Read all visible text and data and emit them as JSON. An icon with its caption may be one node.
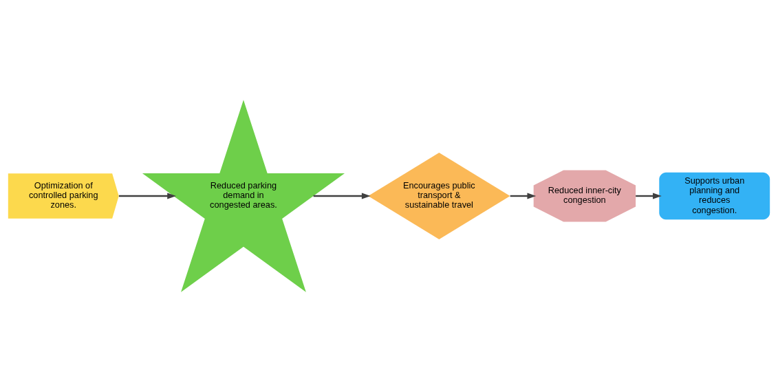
{
  "diagram": {
    "nodes": [
      {
        "text": [
          "Optimization of controlled parking zones."
        ]
      },
      {
        "text": [
          "Reduced parking demand in congested areas."
        ]
      },
      {
        "text": [
          "Encourages public transport & sustainable travel"
        ]
      },
      {
        "text": [
          "Reduced inner-city congestion"
        ]
      },
      {
        "text": [
          "Supports urban planning and reduces congestion."
        ]
      }
    ],
    "edges": [
      {
        "from": 0,
        "to": 1,
        "arrow": "to"
      },
      {
        "from": 1,
        "to": 2,
        "arrow": "to"
      },
      {
        "from": 2,
        "to": 3,
        "arrow": "to"
      },
      {
        "from": 3,
        "to": 4,
        "arrow": "to"
      }
    ]
  }
}
